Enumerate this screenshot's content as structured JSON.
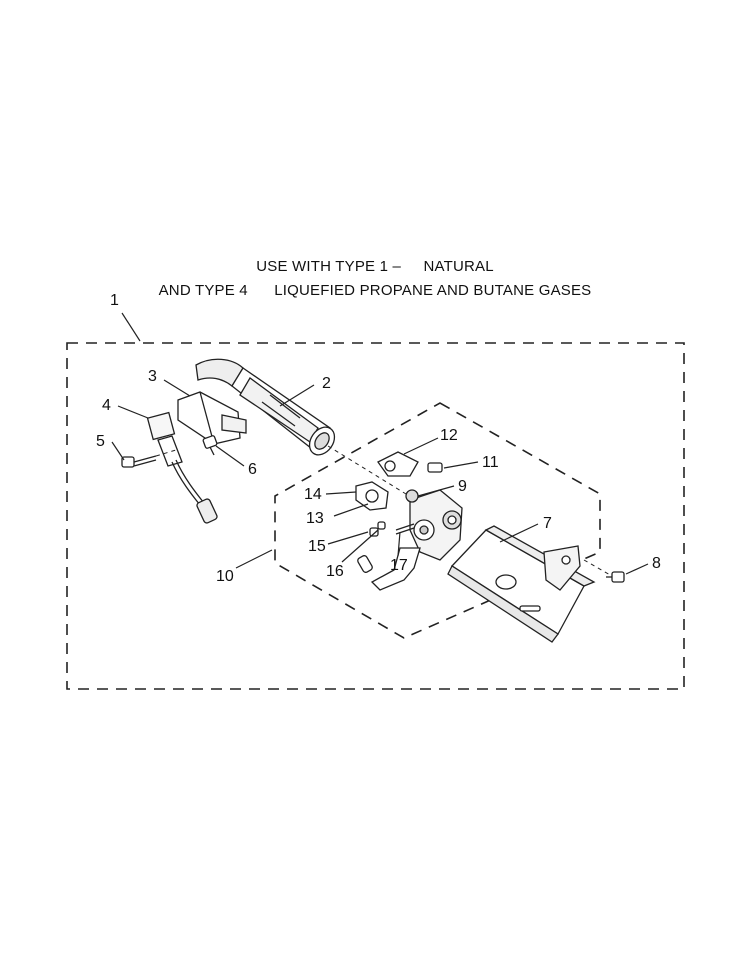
{
  "header": {
    "line1_a": "USE WITH TYPE 1",
    "line1_sep": "–",
    "line1_b": "NATURAL",
    "line2_a": "AND TYPE 4",
    "line2_b": "LIQUEFIED PROPANE AND BUTANE GASES"
  },
  "callouts": [
    "1",
    "2",
    "3",
    "4",
    "5",
    "6",
    "7",
    "8",
    "9",
    "10",
    "11",
    "12",
    "13",
    "14",
    "15",
    "16",
    "17"
  ]
}
